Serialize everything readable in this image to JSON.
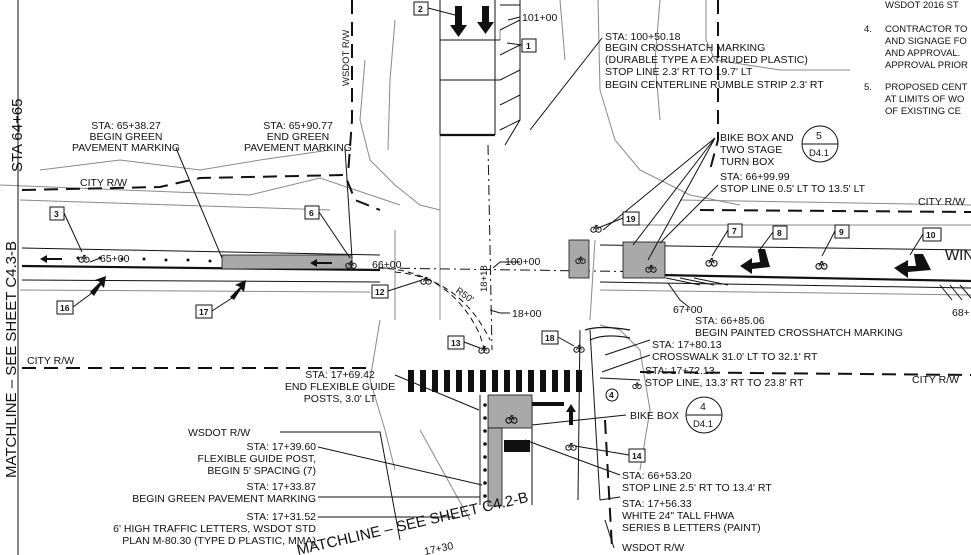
{
  "stations": {
    "sta_64_65": "STA 64+65",
    "sta_65_00": "65+00",
    "sta_66_00": "66+00",
    "sta_67_00": "67+00",
    "sta_68_00": "68+",
    "sta_101_00": "101+00",
    "sta_100_00": "100+00",
    "sta_18_00": "18+00",
    "sta_18_18": "18+18",
    "sta_17_30": "17+30",
    "r50": "R50'"
  },
  "matchlines": {
    "left": "MATCHLINE – SEE SHEET C4.3-B",
    "bottom": "MATCHLINE – SEE SHEET C4.2-B"
  },
  "row_labels": {
    "city_rw_top_left": "CITY R/W",
    "city_rw_left": "CITY R/W",
    "city_rw_top_right": "CITY R/W",
    "city_rw_right": "CITY R/W",
    "wsdot_rw_top": "WSDOT R/W",
    "wsdot_rw_bottom": "WSDOT R/W",
    "street_right": "WIN"
  },
  "notes": {
    "n4_header": "WSDOT 2016 ST",
    "n4_num": "4.",
    "n4_lines": [
      "CONTRACTOR TO",
      "AND SIGNAGE FO",
      "AND APPROVAL.",
      "APPROVAL PRIOR"
    ],
    "n5_num": "5.",
    "n5_lines": [
      "PROPOSED CENT",
      "AT LIMITS OF WO",
      "OF EXISTING CE"
    ]
  },
  "callouts": {
    "c1": [
      "STA: 100+50.18",
      "BEGIN CROSSHATCH MARKING",
      "(DURABLE TYPE A EXTRUDED PLASTIC)",
      "STOP LINE 2.3' RT TO 19.7' LT",
      "BEGIN CENTERLINE RUMBLE STRIP 2.3' RT"
    ],
    "c2": [
      "STA: 65+38.27",
      "BEGIN GREEN",
      "PAVEMENT MARKING"
    ],
    "c3": [
      "STA: 65+90.77",
      "END GREEN",
      "PAVEMENT MARKING"
    ],
    "c4": [
      "BIKE BOX AND",
      "TWO STAGE",
      "TURN BOX"
    ],
    "c5": [
      "STA: 66+99.99",
      "STOP LINE 0.5' LT TO 13.5' LT"
    ],
    "c6": [
      "STA: 66+85.06",
      "BEGIN PAINTED CROSSHATCH MARKING"
    ],
    "c7": [
      "STA: 17+80.13",
      "CROSSWALK 31.0' LT TO 32.1' RT"
    ],
    "c8": [
      "STA: 17+72.13",
      "STOP LINE, 13.3' RT TO 23.8' RT"
    ],
    "c9": [
      "STA: 17+69.42",
      "END FLEXIBLE GUIDE",
      "POSTS, 3.0' LT"
    ],
    "c10": [
      "BIKE BOX"
    ],
    "c11": [
      "STA: 17+39.60",
      "FLEXIBLE GUIDE POST,",
      "BEGIN 5' SPACING (7)"
    ],
    "c12": [
      "STA: 17+33.87",
      "BEGIN GREEN PAVEMENT MARKING"
    ],
    "c13": [
      "STA: 17+31.52",
      "6' HIGH TRAFFIC LETTERS, WSDOT STD",
      "PLAN M-80.30 (TYPE D PLASTIC, MMA)"
    ],
    "c14": [
      "STA: 66+53.20",
      "STOP LINE 2.5' RT TO 13.4' RT"
    ],
    "c15": [
      "STA: 17+56.33",
      "WHITE 24\" TALL FHWA",
      "SERIES B LETTERS (PAINT)"
    ],
    "wsdot_rw": "WSDOT R/W"
  },
  "detail_refs": {
    "d5": {
      "num": "5",
      "sheet": "D4.1"
    },
    "d4": {
      "num": "4",
      "sheet": "D4.1"
    }
  },
  "tags": {
    "t1": "1",
    "t2": "2",
    "t3": "3",
    "t4": "4",
    "t6": "6",
    "t7": "7",
    "t8": "8",
    "t9": "9",
    "t10": "10",
    "t12": "12",
    "t13": "13",
    "t14": "14",
    "t16": "16",
    "t17": "17",
    "t18": "18",
    "t19": "19"
  },
  "colors": {
    "green_marking": "#a9a9a9",
    "linework": "#111111",
    "existing": "#8a8a8a"
  },
  "icons": [
    "bicycle-symbol-icon",
    "lane-arrow-icon",
    "detail-reference-bubble-icon"
  ]
}
